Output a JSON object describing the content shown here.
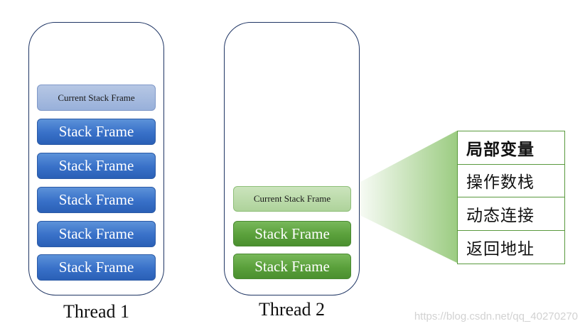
{
  "thread1": {
    "label": "Thread 1",
    "current_frame": "Current Stack Frame",
    "frames": [
      "Stack Frame",
      "Stack Frame",
      "Stack Frame",
      "Stack Frame",
      "Stack Frame"
    ]
  },
  "thread2": {
    "label": "Thread 2",
    "current_frame": "Current Stack Frame",
    "frames": [
      "Stack Frame",
      "Stack Frame"
    ]
  },
  "frame_contents": [
    "局部变量",
    "操作数栈",
    "动态连接",
    "返回地址"
  ],
  "watermark": "https://blog.csdn.net/qq_40270270",
  "colors": {
    "thread_border": "#1f3564",
    "blue_frame": "#3870c8",
    "green_frame": "#5aa03b",
    "table_border": "#5a9a3e"
  }
}
